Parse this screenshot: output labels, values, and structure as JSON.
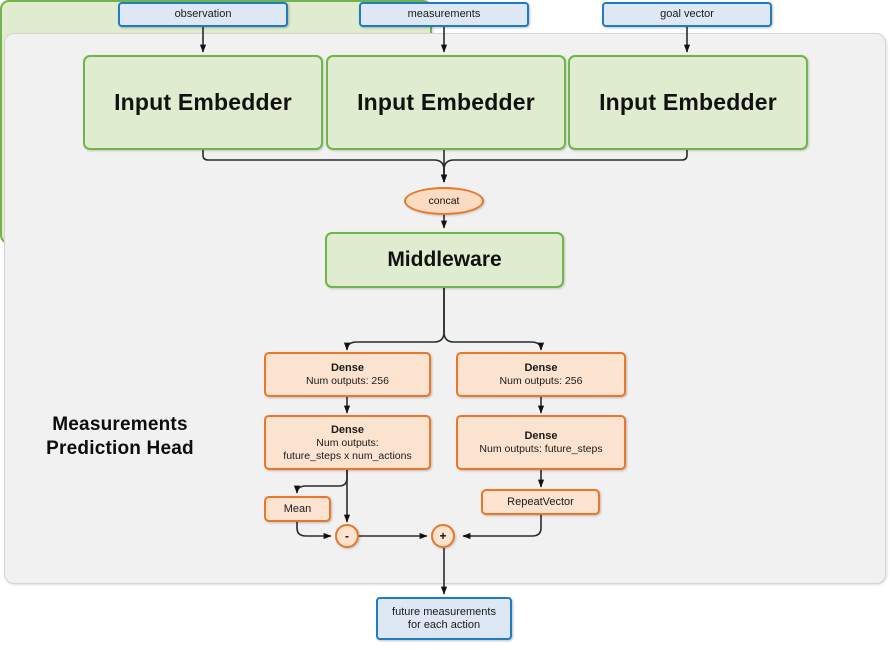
{
  "diagram": {
    "title": "Measurements Prediction Head network architecture",
    "colors": {
      "panel_bg": "#f1f1f1",
      "panel_border": "#d5d5d5",
      "io_fill": "#dde8f4",
      "io_border": "#1f7cc4",
      "green_fill": "#dfeccf",
      "green_border": "#72b44a",
      "orange_fill": "#fce3cf",
      "orange_border": "#e8772b",
      "wire": "#2b2b2b"
    }
  },
  "inputs": [
    {
      "label": "observation"
    },
    {
      "label": "measurements"
    },
    {
      "label": "goal vector"
    }
  ],
  "embedders": [
    {
      "label": "Input Embedder"
    },
    {
      "label": "Input Embedder"
    },
    {
      "label": "Input Embedder"
    }
  ],
  "concat": {
    "label": "concat"
  },
  "middleware": {
    "label": "Middleware"
  },
  "head": {
    "title_line1": "Measurements",
    "title_line2": "Prediction Head",
    "left_branch": {
      "dense1": {
        "title": "Dense",
        "subtitle": "Num outputs: 256"
      },
      "dense2": {
        "title": "Dense",
        "subtitle_line1": "Num outputs:",
        "subtitle_line2": "future_steps x num_actions"
      },
      "mean": {
        "label": "Mean"
      },
      "op": {
        "label": "-"
      }
    },
    "right_branch": {
      "dense1": {
        "title": "Dense",
        "subtitle": "Num outputs: 256"
      },
      "dense2": {
        "title": "Dense",
        "subtitle_line1": "Num outputs: future_steps",
        "subtitle_line2": ""
      },
      "repeat_vector": {
        "label": "RepeatVector"
      },
      "op": {
        "label": "+"
      }
    }
  },
  "output": {
    "line1": "future measurements",
    "line2": "for each action"
  }
}
